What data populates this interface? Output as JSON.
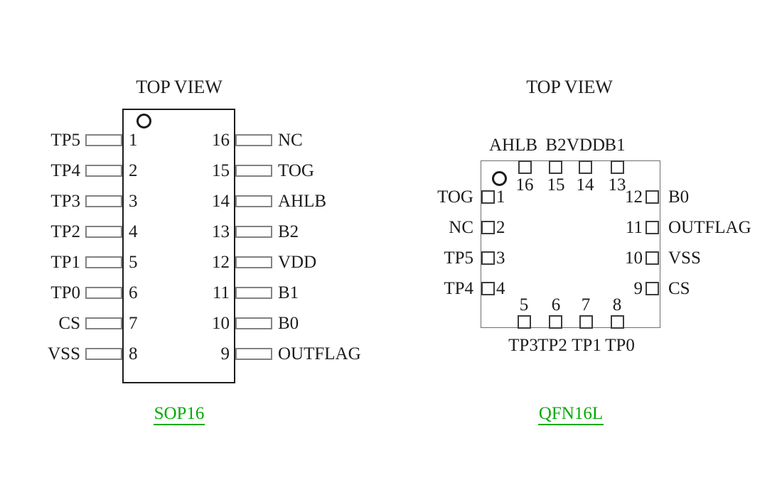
{
  "sop16": {
    "title": "TOP VIEW",
    "caption": "SOP16",
    "left_pins": [
      {
        "num": "1",
        "label": "TP5"
      },
      {
        "num": "2",
        "label": "TP4"
      },
      {
        "num": "3",
        "label": "TP3"
      },
      {
        "num": "4",
        "label": "TP2"
      },
      {
        "num": "5",
        "label": "TP1"
      },
      {
        "num": "6",
        "label": "TP0"
      },
      {
        "num": "7",
        "label": "CS"
      },
      {
        "num": "8",
        "label": "VSS"
      }
    ],
    "right_pins": [
      {
        "num": "16",
        "label": "NC"
      },
      {
        "num": "15",
        "label": "TOG"
      },
      {
        "num": "14",
        "label": "AHLB"
      },
      {
        "num": "13",
        "label": "B2"
      },
      {
        "num": "12",
        "label": "VDD"
      },
      {
        "num": "11",
        "label": "B1"
      },
      {
        "num": "10",
        "label": "B0"
      },
      {
        "num": "9",
        "label": "OUTFLAG"
      }
    ]
  },
  "qfn16l": {
    "title": "TOP VIEW",
    "caption": "QFN16L",
    "top_pins": [
      {
        "num": "16",
        "label": "AHLB"
      },
      {
        "num": "15",
        "label": "B2"
      },
      {
        "num": "14",
        "label": "VDD"
      },
      {
        "num": "13",
        "label": "B1"
      }
    ],
    "left_pins": [
      {
        "num": "1",
        "label": "TOG"
      },
      {
        "num": "2",
        "label": "NC"
      },
      {
        "num": "3",
        "label": "TP5"
      },
      {
        "num": "4",
        "label": "TP4"
      }
    ],
    "right_pins": [
      {
        "num": "12",
        "label": "B0"
      },
      {
        "num": "11",
        "label": "OUTFLAG"
      },
      {
        "num": "10",
        "label": "VSS"
      },
      {
        "num": "9",
        "label": "CS"
      }
    ],
    "bottom_pins": [
      {
        "num": "5",
        "label": "TP3"
      },
      {
        "num": "6",
        "label": "TP2"
      },
      {
        "num": "7",
        "label": "TP1"
      },
      {
        "num": "8",
        "label": "TP0"
      }
    ]
  },
  "colors": {
    "caption_green": "#00AB00",
    "package_outline": "#1c1c1c",
    "sop_pin_border": "#828282",
    "qfn_pad_border": "#3c3c3c"
  }
}
